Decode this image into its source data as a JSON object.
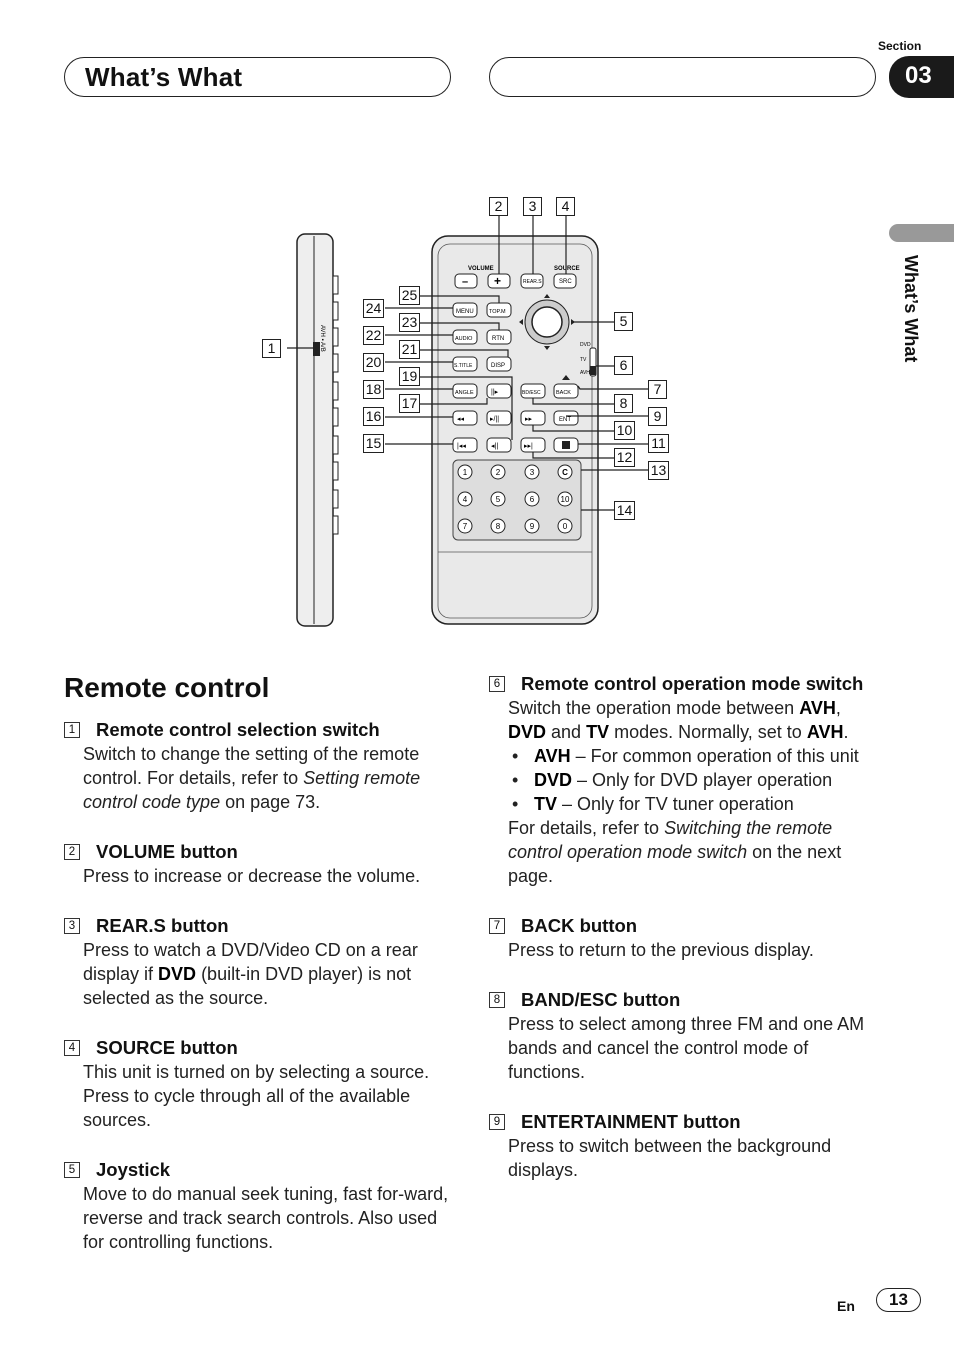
{
  "header": {
    "section_label": "Section",
    "section_number": "03",
    "title": "What’s What"
  },
  "side_tab": {
    "label": "What’s What"
  },
  "illustration": {
    "callouts": [
      "1",
      "2",
      "3",
      "4",
      "5",
      "6",
      "7",
      "8",
      "9",
      "10",
      "11",
      "12",
      "13",
      "14",
      "15",
      "16",
      "17",
      "18",
      "19",
      "20",
      "21",
      "22",
      "23",
      "24",
      "25"
    ],
    "remote_labels": {
      "volume": "VOLUME",
      "source": "SOURCE",
      "rear_s": "REAR.S",
      "src": "SRC",
      "menu": "MENU",
      "top_m": "TOP.M",
      "audio": "AUDIO",
      "rtn": "RTN",
      "s_title": "S.TITLE",
      "disp": "DISP",
      "angle": "ANGLE",
      "band_esc": "BD/ESC",
      "back": "BACK",
      "ent": "ENT",
      "clear": "C",
      "mode_dvd": "DVD",
      "mode_tv": "TV",
      "mode_avh": "AVH",
      "side_switch": "AVH ▪ A/B",
      "keypad": [
        "1",
        "2",
        "3",
        "4",
        "5",
        "6",
        "10",
        "7",
        "8",
        "9",
        "0"
      ]
    }
  },
  "content": {
    "heading": "Remote control",
    "items_left": [
      {
        "num": "1",
        "title": "Remote control selection switch",
        "parts": [
          {
            "t": "Switch to change the setting of the remote control. For details, refer to "
          },
          {
            "t": "Setting remote control code type",
            "i": true
          },
          {
            "t": " on page 73."
          }
        ]
      },
      {
        "num": "2",
        "title": "VOLUME button",
        "parts": [
          {
            "t": "Press to increase or decrease the volume."
          }
        ]
      },
      {
        "num": "3",
        "title": "REAR.S button",
        "parts": [
          {
            "t": "Press to watch a DVD/Video CD on a rear display if "
          },
          {
            "t": "DVD",
            "b": true
          },
          {
            "t": " (built-in DVD player) is not selected as the source."
          }
        ]
      },
      {
        "num": "4",
        "title": "SOURCE button",
        "parts": [
          {
            "t": "This unit is turned on by selecting a source. Press to cycle through all of the available sources."
          }
        ]
      },
      {
        "num": "5",
        "title": "Joystick",
        "parts": [
          {
            "t": "Move to do manual seek tuning, fast for-ward, reverse and track search controls. Also used for controlling functions."
          }
        ]
      }
    ],
    "items_right": [
      {
        "num": "6",
        "title": "Remote control operation mode switch",
        "parts": [
          {
            "t": "Switch the operation mode between "
          },
          {
            "t": "AVH",
            "b": true
          },
          {
            "t": ", "
          },
          {
            "t": "DVD",
            "b": true
          },
          {
            "t": " and "
          },
          {
            "t": "TV",
            "b": true
          },
          {
            "t": " modes. Normally, set to "
          },
          {
            "t": "AVH",
            "b": true
          },
          {
            "t": "."
          }
        ],
        "bullets": [
          [
            {
              "t": "AVH",
              "b": true
            },
            {
              "t": " – For common operation of this unit"
            }
          ],
          [
            {
              "t": "DVD",
              "b": true
            },
            {
              "t": " – Only for DVD player operation"
            }
          ],
          [
            {
              "t": "TV",
              "b": true
            },
            {
              "t": " – Only for TV tuner operation"
            }
          ]
        ],
        "after": [
          {
            "t": "For details, refer to "
          },
          {
            "t": "Switching the remote control operation mode switch",
            "i": true
          },
          {
            "t": " on the next page."
          }
        ]
      },
      {
        "num": "7",
        "title": "BACK button",
        "parts": [
          {
            "t": "Press to return to the previous display."
          }
        ]
      },
      {
        "num": "8",
        "title": "BAND/ESC button",
        "parts": [
          {
            "t": "Press to select among three FM and one AM bands and cancel the control mode of functions."
          }
        ]
      },
      {
        "num": "9",
        "title": "ENTERTAINMENT button",
        "parts": [
          {
            "t": "Press to switch between the background displays."
          }
        ]
      }
    ]
  },
  "footer": {
    "lang": "En",
    "page": "13"
  }
}
